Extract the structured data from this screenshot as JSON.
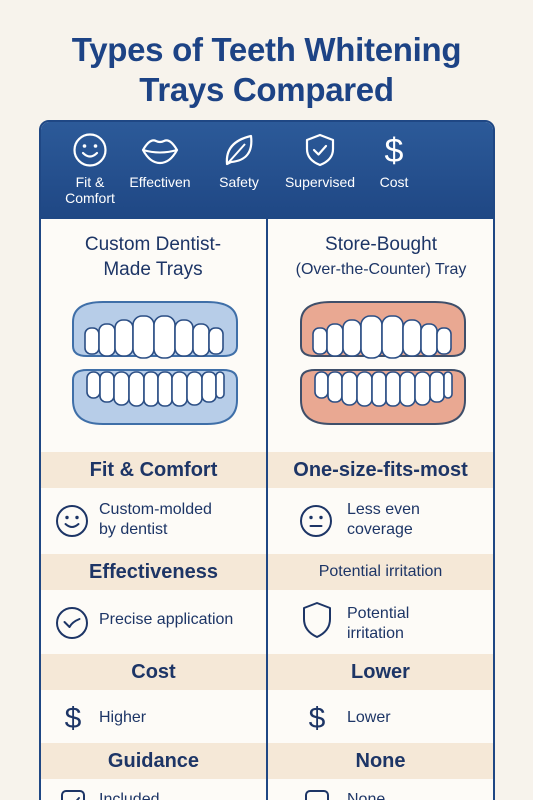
{
  "title": {
    "line1": "Types of Teeth Whitening",
    "line2": "Trays Compared"
  },
  "header": [
    {
      "icon": "smiley-icon",
      "label1": "Fit &",
      "label2": "Comfort"
    },
    {
      "icon": "lips-icon",
      "label1": "Effectiven",
      "label2": ""
    },
    {
      "icon": "leaf-icon",
      "label1": "Safety",
      "label2": ""
    },
    {
      "icon": "shield-check-icon",
      "label1": "Supervised",
      "label2": ""
    },
    {
      "icon": "dollar-icon",
      "label1": "Cost",
      "label2": ""
    }
  ],
  "left": {
    "title1": "Custom Dentist-",
    "title2": "Made Trays",
    "tray_color": "#b7cde8",
    "fit_label": "Fit & Comfort",
    "fit_text1": "Custom-molded",
    "fit_text2": "by dentist",
    "eff_label": "Effectiveness",
    "eff_text": "Precise application",
    "cost_label": "Cost",
    "cost_text": "Higher",
    "guide_label": "Guidance",
    "guide_text": "Included"
  },
  "right": {
    "title1": "Store-Bought",
    "title2": "(Over-the-Counter) Tray",
    "tray_color": "#e9a892",
    "fit_label": "One-size-fits-most",
    "fit_text1": "Less even",
    "fit_text2": "coverage",
    "eff_label": "Potential irritation",
    "eff_text1": "Potential",
    "eff_text2": "irritation",
    "cost_label": "Lower",
    "cost_text": "Lower",
    "guide_label": "None",
    "guide_text": "None"
  }
}
